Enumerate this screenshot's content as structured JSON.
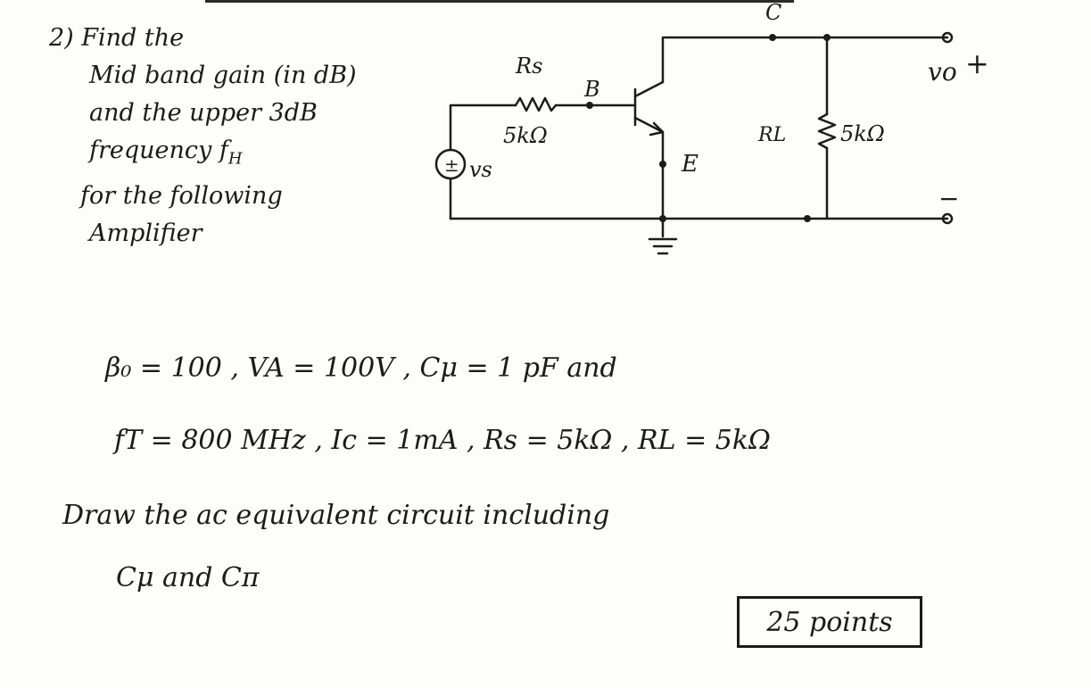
{
  "question": {
    "lines": [
      "2) Find the",
      "Mid band gain (in dB)",
      "and the upper 3dB",
      "frequency f",
      "for the following",
      "Amplifier"
    ],
    "fh_sub": "H"
  },
  "circuit": {
    "rs_label": "Rs",
    "rs_value": "5kΩ",
    "node_b": "B",
    "node_e": "E",
    "node_c": "C",
    "source_label": "vs",
    "source_symbol": "±",
    "rl_label": "RL",
    "rl_value": "5kΩ",
    "output_label": "vo",
    "output_plus": "+",
    "output_minus": "−"
  },
  "given": {
    "line1": "β₀ = 100 , VA = 100V , Cμ = 1 pF and",
    "line2": "fT = 800 MHz , Ic = 1mA , Rs = 5kΩ , RL = 5kΩ"
  },
  "instruction": {
    "line1": "Draw the ac equivalent circuit including",
    "line2": "Cμ and Cπ"
  },
  "points": "25 points"
}
